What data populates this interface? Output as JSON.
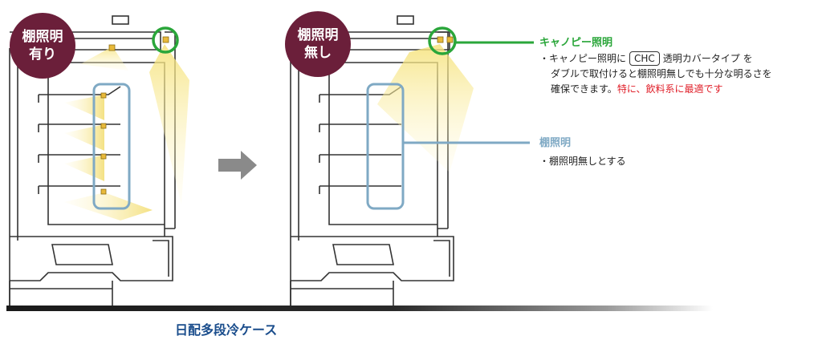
{
  "left_case": {
    "badge_line1": "棚照明",
    "badge_line2": "有り"
  },
  "right_case": {
    "badge_line1": "棚照明",
    "badge_line2": "無し"
  },
  "canopy": {
    "title": "キャノピー照明",
    "bullet_prefix": "・キャノピー照明に",
    "chc": "CHC",
    "bullet_suffix": "透明カバータイプ を",
    "line2": "ダブルで取付けると棚照明無しでも十分な明るさを",
    "line3_plain": "確保できます。",
    "line3_red": "特に、飲料系に最適です"
  },
  "shelf": {
    "title": "棚照明",
    "bullet": "・棚照明無しとする"
  },
  "caption": "日配多段冷ケース",
  "colors": {
    "badge": "#6b1f3a",
    "green": "#2aa63a",
    "blue": "#7fa9c4",
    "red": "#e0202a",
    "caption": "#1a4d8c"
  }
}
